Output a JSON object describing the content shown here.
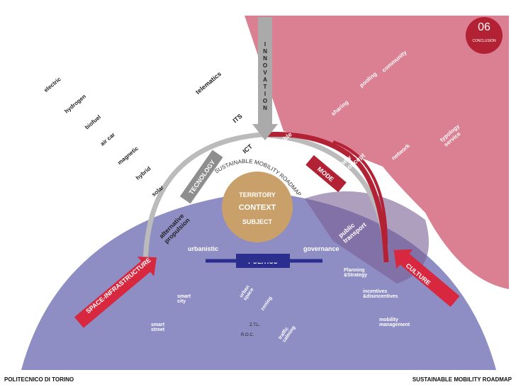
{
  "footer": {
    "left": "POLITECNICO DI TORINO",
    "right": "SUSTAINABLE MOBILITY ROADMAP"
  },
  "badge": {
    "number": "06",
    "label": "CONCLUSION"
  },
  "center": {
    "top": "TERRITORY",
    "middle": "CONTEXT",
    "bottom": "SUBJECT"
  },
  "arc_label": "SUSTAINABLE MOBILITY ROADMAP",
  "innovation": [
    "I",
    "N",
    "N",
    "O",
    "V",
    "A",
    "T",
    "I",
    "O",
    "N"
  ],
  "pillars": {
    "technology": "TECNOLOGY",
    "mode": "MODE",
    "politics": "POLITICS",
    "space": "SPACE-INFRASTRUCTURE",
    "culture": "CULTURE"
  },
  "tech": {
    "branches": [
      "electric",
      "hydrogen",
      "biofuel",
      "air car",
      "magnetic",
      "hybrid",
      "solar"
    ],
    "hubs": [
      "alternative propulsion",
      "ICT",
      "ITS",
      "telematics"
    ]
  },
  "mode": {
    "hubs": [
      "sharable",
      "new concept",
      "public transport"
    ],
    "branches": [
      "sharing",
      "pooling",
      "community",
      "network",
      "typology service"
    ]
  },
  "politics": {
    "hubs": [
      "urbanistic",
      "governance"
    ],
    "branches": [
      "Planning &Strategy",
      "incentives &disincentives",
      "mobility management",
      "smart city",
      "smart street",
      "urban space",
      "zoning",
      "traffic calming"
    ],
    "small": [
      "Z.T.L.",
      "R.O.C."
    ]
  }
}
